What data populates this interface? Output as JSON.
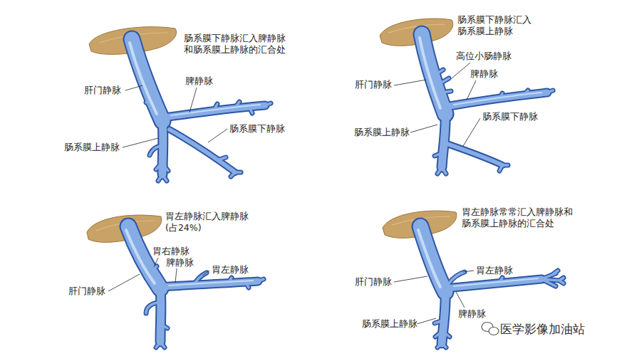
{
  "diagram": {
    "labels": [
      "肠系膜下静脉汇入脾静脉和肠系膜上静脉的汇合处",
      "肝门静脉",
      "脾静脉",
      "肠系膜下静脉",
      "肠系膜上静脉",
      "肠系膜下静脉汇入肠系膜上静脉",
      "高位小肠静脉",
      "脾静脉",
      "肝门静脉",
      "肠系膜下静脉",
      "肠系膜上静脉",
      "胃左静脉汇入脾静脉 (占24%)",
      "胃右静脉",
      "脾静脉",
      "胃左静脉",
      "肝门静脉",
      "胃左静脉常常汇入脾静脉和肠系膜上静脉的汇合处",
      "胃左静脉",
      "肝门静脉",
      "肠系膜上静脉",
      "脾静脉",
      "医学影像加油站"
    ]
  }
}
